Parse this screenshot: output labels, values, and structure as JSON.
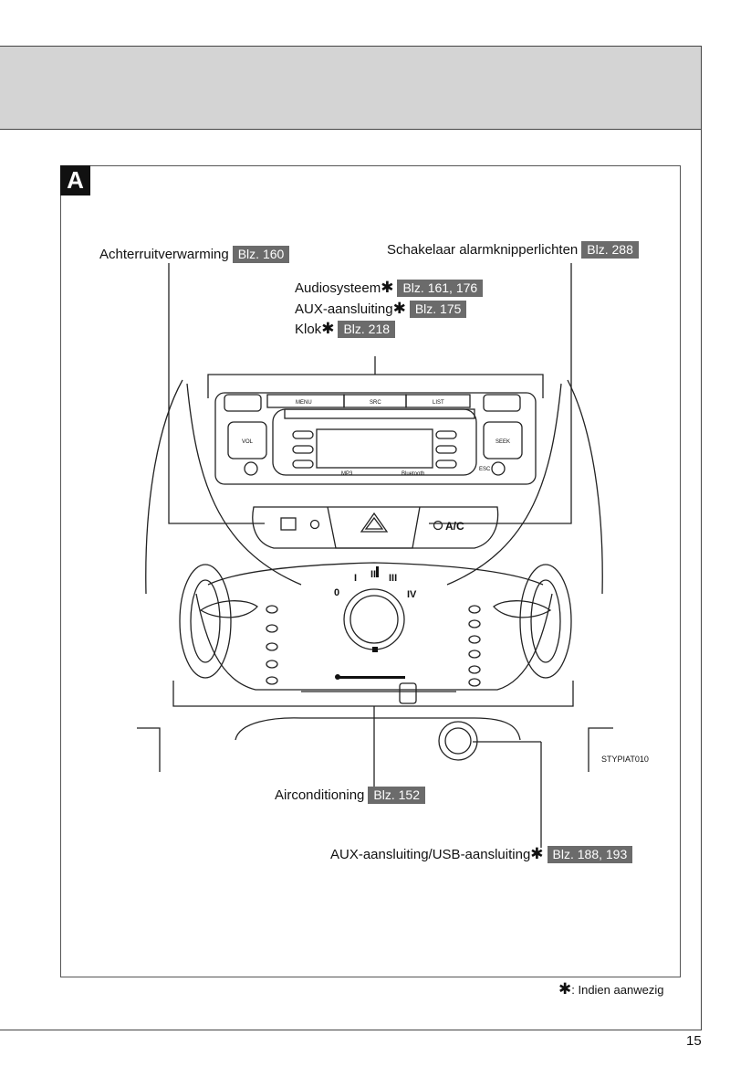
{
  "section_letter": "A",
  "labels": {
    "rear_defogger": {
      "text": "Achterruitverwarming",
      "star": "",
      "ref": "Blz. 160"
    },
    "hazard_switch": {
      "text": "Schakelaar alarmknipperlichten",
      "star": "",
      "ref": "Blz. 288"
    },
    "audio_system": {
      "text": "Audiosysteem",
      "star": "✱",
      "ref": "Blz. 161, 176"
    },
    "aux_port": {
      "text": "AUX-aansluiting",
      "star": "✱",
      "ref": "Blz. 175"
    },
    "clock": {
      "text": "Klok",
      "star": "✱",
      "ref": "Blz. 218"
    },
    "air_conditioning": {
      "text": "Airconditioning",
      "star": "",
      "ref": "Blz. 152"
    },
    "aux_usb_port": {
      "text": "AUX-aansluiting/USB-aansluiting",
      "star": "✱",
      "ref": "Blz. 188, 193"
    }
  },
  "diagram": {
    "buttons": {
      "menu": "MENU",
      "src": "SRC",
      "list": "LIST",
      "vol": "VOL",
      "seek": "SEEK",
      "esc": "ESC",
      "mp3": "MP3",
      "bluetooth": "Bluetooth",
      "ac": "A/C"
    },
    "fan_speeds": [
      "0",
      "I",
      "II",
      "III",
      "IV"
    ],
    "image_code": "STYPIAT010"
  },
  "footnote": {
    "star": "✱",
    "text": ": Indien aanwezig"
  },
  "page_number": "15",
  "colors": {
    "header_band": "#d4d4d4",
    "ref_badge": "#6b6b6b",
    "section_badge": "#111111"
  }
}
